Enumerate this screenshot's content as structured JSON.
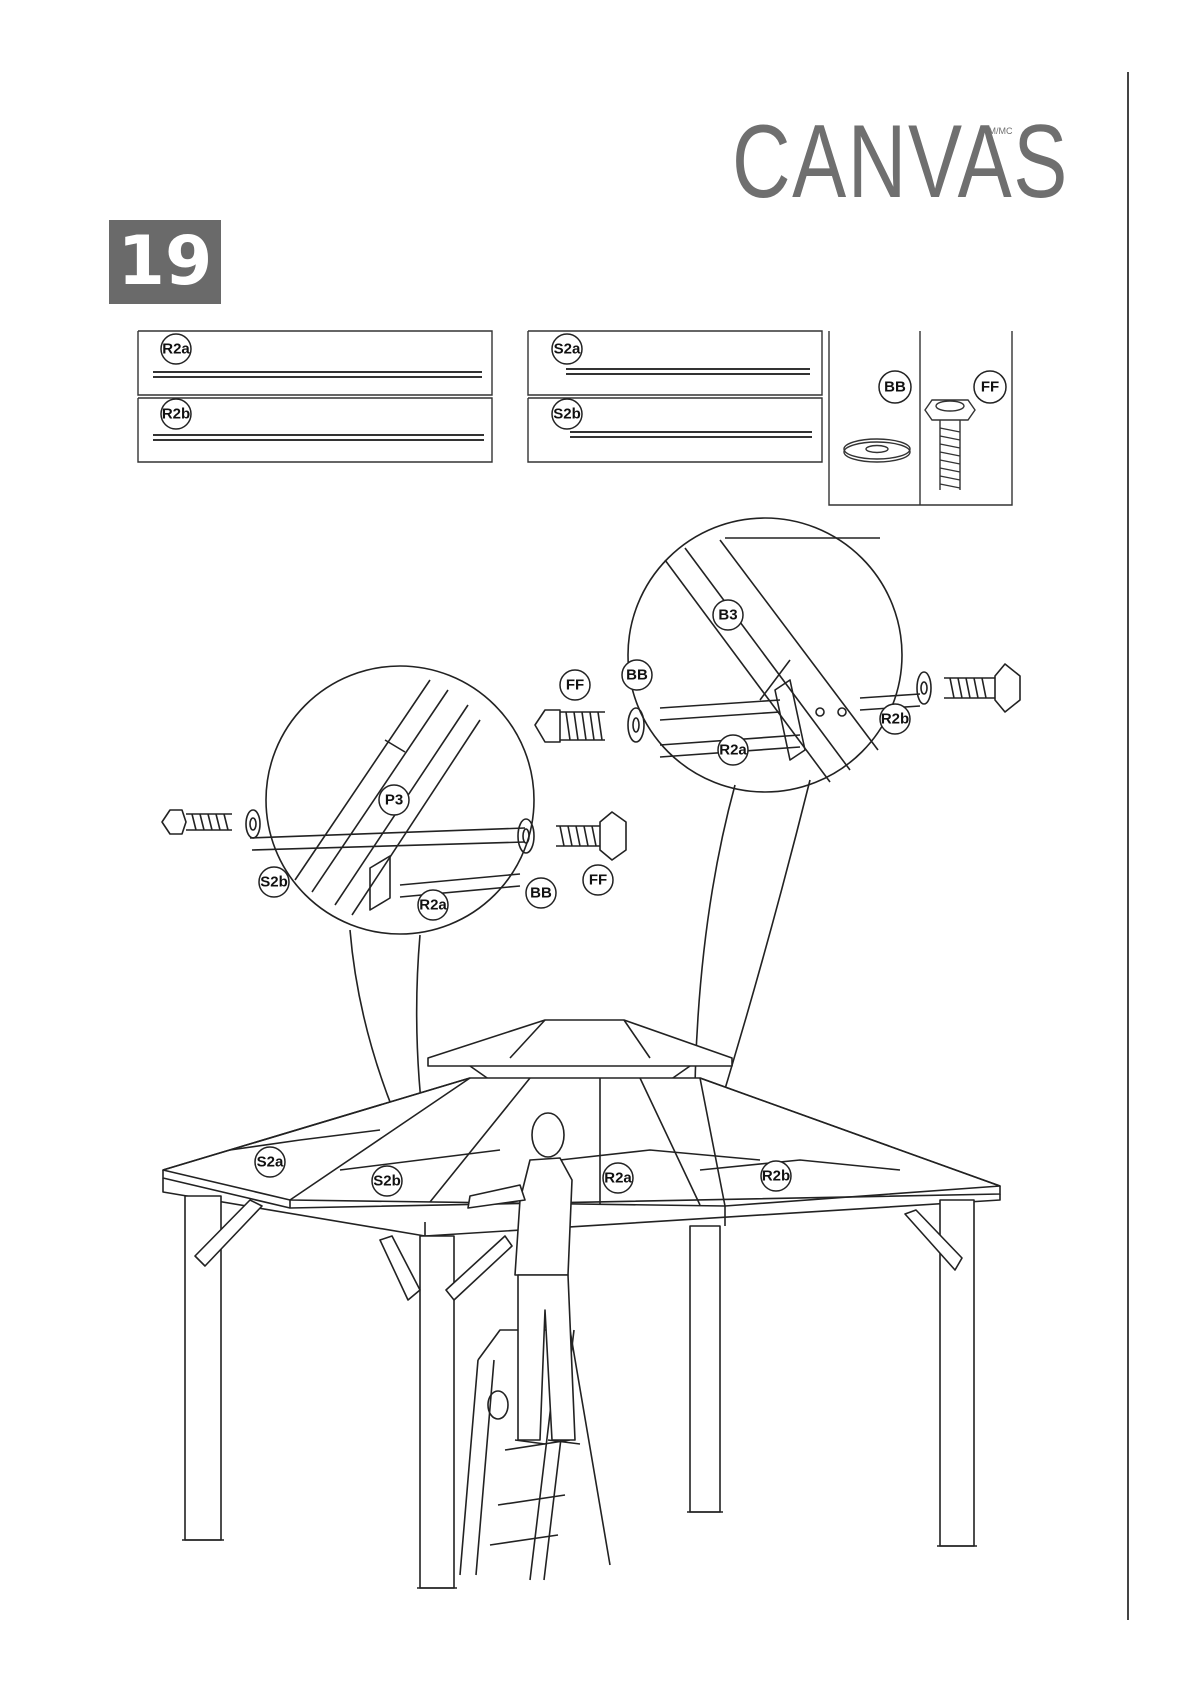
{
  "brand": {
    "name": "CANVAS",
    "mark": "TM/MC"
  },
  "step": {
    "number": "19"
  },
  "parts": {
    "rails": [
      "R2a",
      "R2b",
      "S2a",
      "S2b"
    ],
    "hardware": [
      "BB",
      "FF"
    ]
  },
  "callouts": {
    "left_detail": {
      "member": "P3",
      "labels": [
        "S2b",
        "R2a",
        "BB",
        "FF"
      ]
    },
    "right_detail": {
      "member": "B3",
      "labels": [
        "FF",
        "BB",
        "R2b",
        "R2a"
      ]
    },
    "gazebo": [
      "S2a",
      "S2b",
      "R2a",
      "R2b"
    ]
  }
}
